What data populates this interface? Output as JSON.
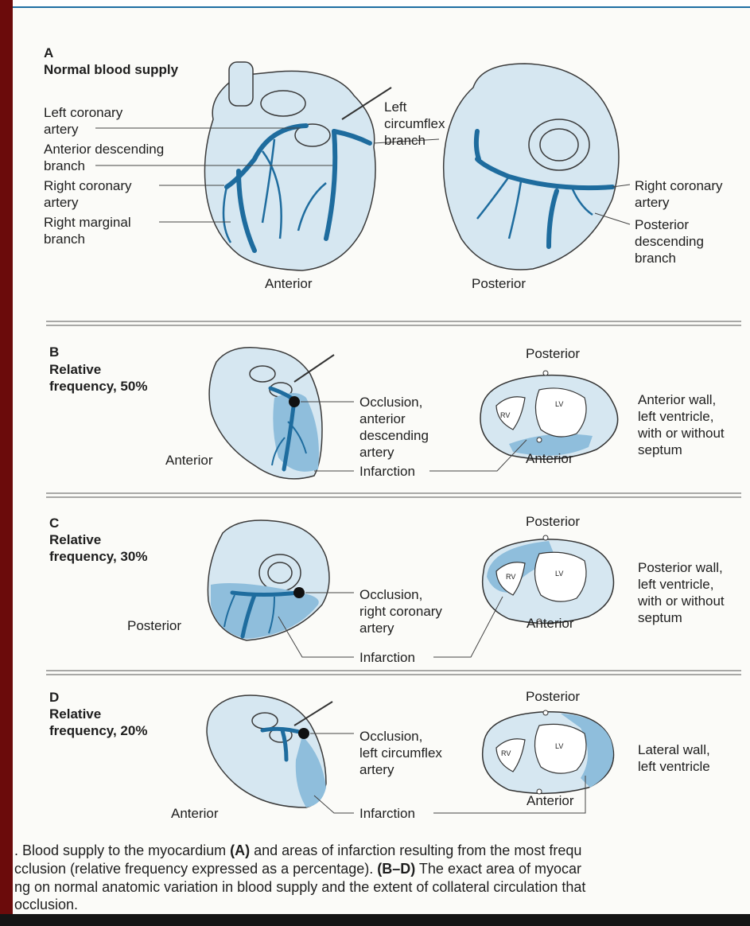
{
  "panelA": {
    "letter": "A",
    "title": "Normal blood supply",
    "left_labels": [
      {
        "l1": "Left coronary",
        "l2": "artery"
      },
      {
        "l1": "Anterior descending",
        "l2": "branch"
      },
      {
        "l1": "Right coronary",
        "l2": "artery"
      },
      {
        "l1": "Right marginal",
        "l2": "branch"
      }
    ],
    "circumflex": {
      "l1": "Left",
      "l2": "circumflex",
      "l3": "branch"
    },
    "right_labels": [
      {
        "l1": "Right coronary",
        "l2": "artery"
      },
      {
        "l1": "Posterior",
        "l2": "descending",
        "l3": "branch"
      }
    ],
    "view_left": "Anterior",
    "view_right": "Posterior"
  },
  "panelB": {
    "letter": "B",
    "title_l1": "Relative",
    "title_l2": "frequency, 50%",
    "view": "Anterior",
    "occlusion": {
      "l1": "Occlusion,",
      "l2": "anterior",
      "l3": "descending",
      "l4": "artery"
    },
    "infarction": "Infarction",
    "posterior": "Posterior",
    "anterior": "Anterior",
    "rv": "RV",
    "lv": "LV",
    "result": {
      "l1": "Anterior wall,",
      "l2": "left ventricle,",
      "l3": "with or without",
      "l4": "septum"
    }
  },
  "panelC": {
    "letter": "C",
    "title_l1": "Relative",
    "title_l2": "frequency, 30%",
    "view": "Posterior",
    "occlusion": {
      "l1": "Occlusion,",
      "l2": "right coronary",
      "l3": "artery"
    },
    "infarction": "Infarction",
    "posterior": "Posterior",
    "anterior": "Anterior",
    "rv": "RV",
    "lv": "LV",
    "result": {
      "l1": "Posterior wall,",
      "l2": "left ventricle,",
      "l3": "with or without",
      "l4": "septum"
    }
  },
  "panelD": {
    "letter": "D",
    "title_l1": "Relative",
    "title_l2": "frequency, 20%",
    "view": "Anterior",
    "occlusion": {
      "l1": "Occlusion,",
      "l2": "left circumflex",
      "l3": "artery"
    },
    "infarction": "Infarction",
    "posterior": "Posterior",
    "anterior": "Anterior",
    "rv": "RV",
    "lv": "LV",
    "result": {
      "l1": "Lateral wall,",
      "l2": "left ventricle"
    }
  },
  "caption": {
    "line1_a": ". Blood supply to the myocardium ",
    "line1_b": "(A)",
    "line1_c": " and areas of infarction resulting from the most frequ",
    "line2_a": "cclusion (relative frequency expressed as a percentage). ",
    "line2_b": "(B–D)",
    "line2_c": " The exact area of myocar",
    "line3": "ng on normal anatomic variation in blood supply and the extent of collateral circulation that",
    "line4": "occlusion."
  },
  "colors": {
    "artery": "#1e6c9e",
    "heart_fill": "#d6e7f1",
    "infarct": "#8fbedc",
    "outline": "#3a3a3a"
  }
}
